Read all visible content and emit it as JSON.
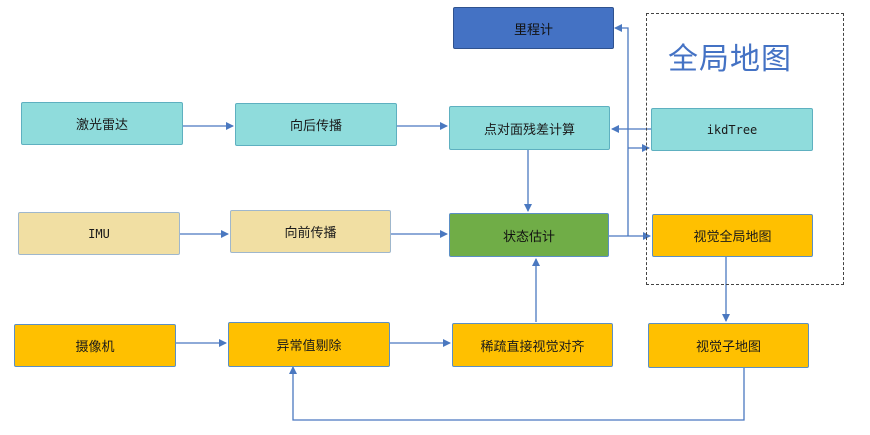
{
  "diagram": {
    "global_map_label": "全局地图",
    "nodes": {
      "lidar": "激光雷达",
      "back_propagation": "向后传播",
      "point_plane_residual": "点对面残差计算",
      "odometry": "里程计",
      "ikdtree": "ikdTree",
      "imu": "IMU",
      "forward_propagation": "向前传播",
      "state_estimation": "状态估计",
      "visual_global_map": "视觉全局地图",
      "camera": "摄像机",
      "outlier_rejection": "异常值剔除",
      "sparse_direct_alignment": "稀疏直接视觉对齐",
      "visual_submap": "视觉子地图"
    },
    "colors": {
      "teal": "#8fdcdc",
      "cream": "#f1dfa3",
      "orange": "#ffc000",
      "green": "#70ad47",
      "blue": "#4472c4",
      "arrow": "#4a78c0"
    }
  }
}
